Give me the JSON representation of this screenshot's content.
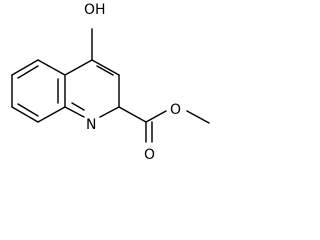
{
  "molecule": {
    "atoms": {
      "hydroxyl": "OH",
      "ring_nitrogen": "N",
      "carbonyl_oxygen": "O",
      "ester_oxygen": "O"
    }
  }
}
